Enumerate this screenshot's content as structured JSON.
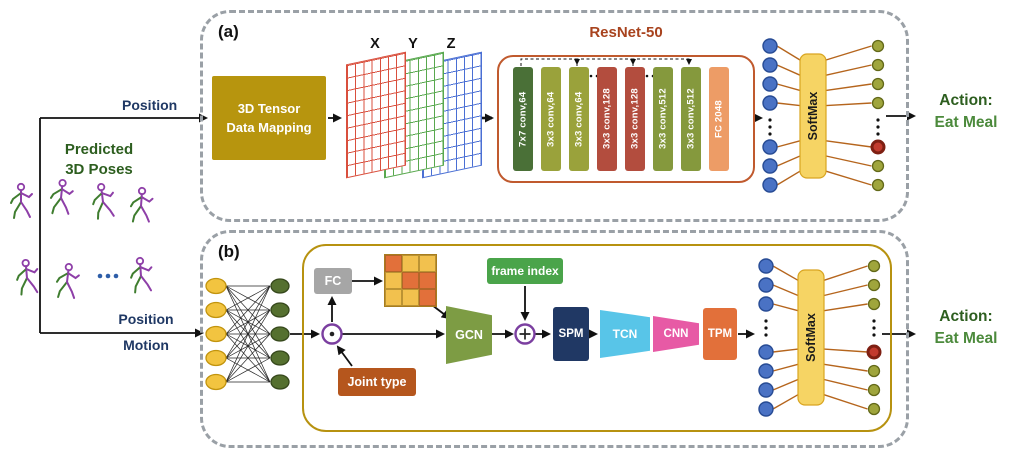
{
  "colors": {
    "panel_border": "#9aa0a6",
    "inner_box_border": "#b79210",
    "connector_orange": "#b5651d",
    "softmax_fill": "#f6d464",
    "neuron_blue": "#4a72c4",
    "neuron_olive": "#9fa53c",
    "highlight_red": "#c23b2e",
    "resnet_border": "#c05a2e",
    "skeleton_purple": "#8e3fa8",
    "skeleton_green": "#3f7d2f"
  },
  "poses": {
    "line1": "Predicted",
    "line2": "3D Poses"
  },
  "branches": {
    "position": "Position",
    "motion_line1": "Position",
    "motion_line2": "Motion"
  },
  "panel_a": {
    "tag": "(a)",
    "tensor_line1": "3D Tensor",
    "tensor_line2": "Data Mapping",
    "axis_x": "X",
    "axis_y": "Y",
    "axis_z": "Z",
    "resnet_title": "ResNet-50",
    "resnet_layers": [
      {
        "label": "7x7 conv,64",
        "color": "#4a7037"
      },
      {
        "label": "3x3 conv,64",
        "color": "#9aa23b"
      },
      {
        "label": "3x3 conv,64",
        "color": "#9aa23b"
      },
      {
        "label": "3x3 conv,128",
        "color": "#b34d3e"
      },
      {
        "label": "3x3 conv,128",
        "color": "#b34d3e"
      },
      {
        "label": "3x3 conv,512",
        "color": "#85993d"
      },
      {
        "label": "3x3 conv,512",
        "color": "#85993d"
      },
      {
        "label": "FC 2048",
        "color": "#ed9c66"
      }
    ],
    "softmax": "SoftMax",
    "action_label": "Action:",
    "action_value": "Eat Meal"
  },
  "panel_b": {
    "tag": "(b)",
    "fc": "FC",
    "joint_type": "Joint type",
    "frame_index": "frame index",
    "gcn": "GCN",
    "spm": "SPM",
    "tcn": "TCN",
    "cnn": "CNN",
    "tpm": "TPM",
    "softmax": "SoftMax",
    "action_label": "Action:",
    "action_value": "Eat Meal",
    "matrix_cells": [
      "#e2703a",
      "#f2c14e",
      "#f2c14e",
      "#f2c14e",
      "#e2703a",
      "#e2703a",
      "#f2c14e",
      "#f2c14e",
      "#e2703a"
    ]
  }
}
